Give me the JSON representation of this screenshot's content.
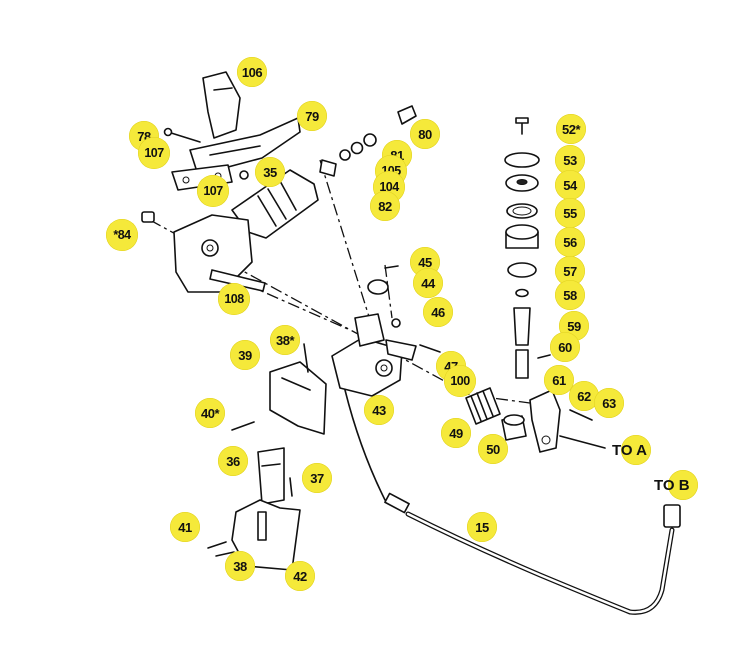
{
  "callouts": {
    "c106": "106",
    "c79": "79",
    "c78": "78",
    "c107a": "107",
    "c107b": "107",
    "c35": "35",
    "c80": "80",
    "c81": "81",
    "c105": "105",
    "c104": "104",
    "c82": "82",
    "c84": "*84",
    "c108": "108",
    "c52": "52*",
    "c53": "53",
    "c54": "54",
    "c55": "55",
    "c56": "56",
    "c57": "57",
    "c58": "58",
    "c59": "59",
    "c60": "60",
    "c61": "61",
    "c62": "62",
    "c63": "63",
    "c45": "45",
    "c44": "44",
    "c46": "46",
    "c47": "47",
    "c100": "100",
    "c38a": "38*",
    "c39": "39",
    "c43": "43",
    "c40": "40*",
    "c49": "49",
    "c50": "50",
    "c36": "36",
    "c37": "37",
    "c41": "41",
    "c38b": "38",
    "c42": "42",
    "c15": "15"
  },
  "edge_labels": {
    "to_a": "TO A",
    "to_b": "TO B"
  },
  "colors": {
    "callout_fill": "#f5e93a",
    "ink": "#111111",
    "background": "#ffffff"
  }
}
